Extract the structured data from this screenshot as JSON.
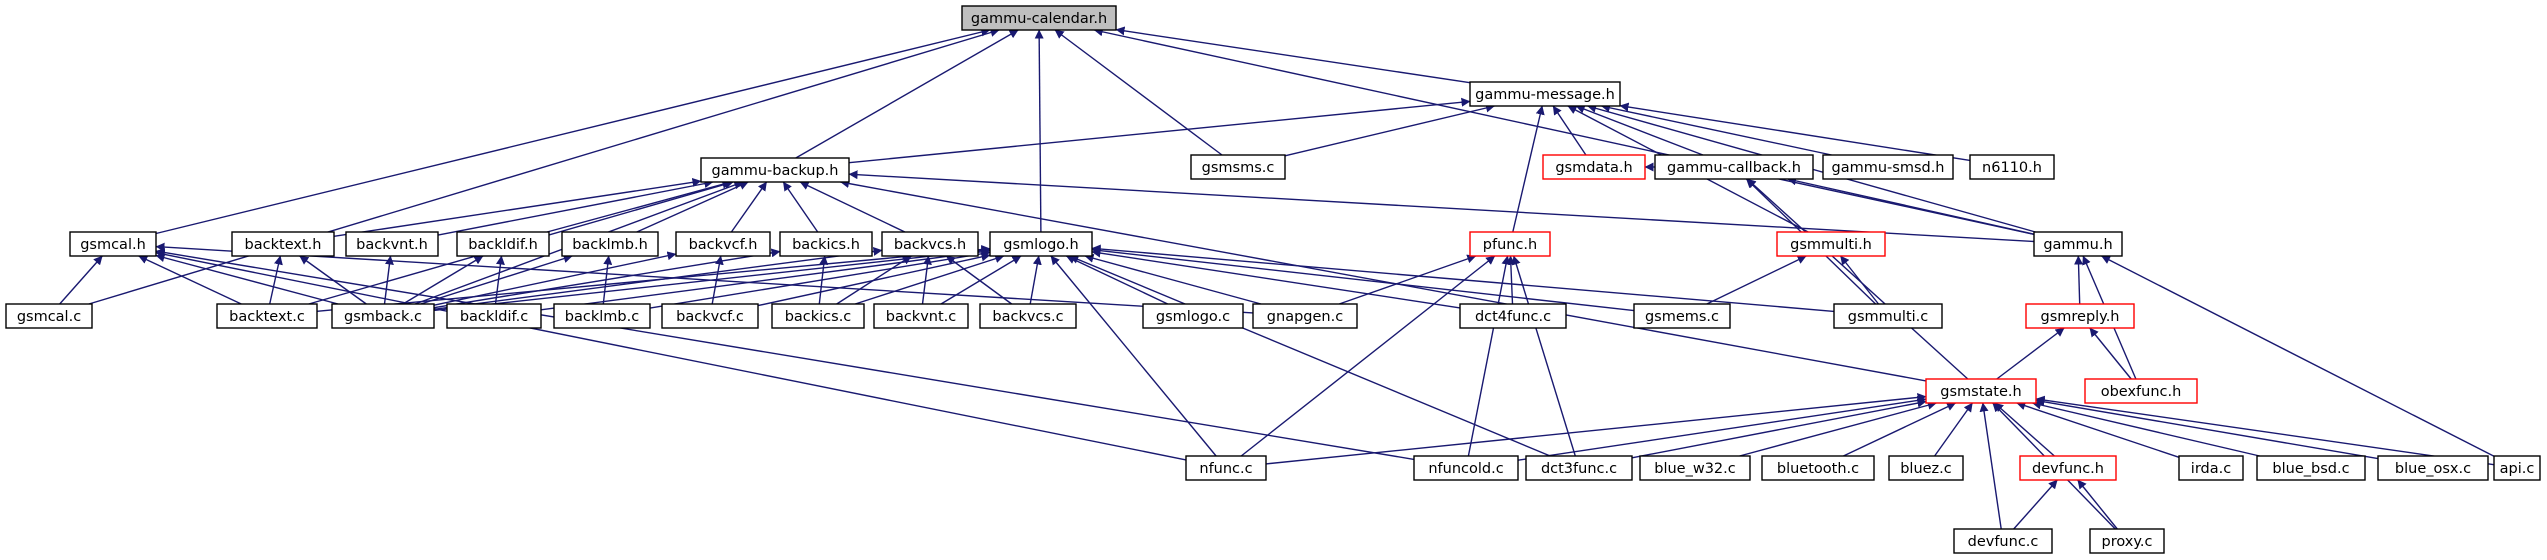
{
  "colors": {
    "edge": "#191970",
    "border_normal": "#000000",
    "border_truncated": "#ff0000",
    "root_fill": "#bfbfbf",
    "node_fill": "#ffffff"
  },
  "root": "gammu-calendar.h",
  "nodes": [
    {
      "id": "gammu-calendar.h",
      "label": "gammu-calendar.h",
      "style": "root"
    },
    {
      "id": "gammu-message.h",
      "label": "gammu-message.h",
      "style": "normal"
    },
    {
      "id": "gammu-backup.h",
      "label": "gammu-backup.h",
      "style": "normal"
    },
    {
      "id": "gsmsms.c",
      "label": "gsmsms.c",
      "style": "normal"
    },
    {
      "id": "gsmdata.h",
      "label": "gsmdata.h",
      "style": "truncated"
    },
    {
      "id": "gammu-callback.h",
      "label": "gammu-callback.h",
      "style": "normal"
    },
    {
      "id": "gammu-smsd.h",
      "label": "gammu-smsd.h",
      "style": "normal"
    },
    {
      "id": "n6110.h",
      "label": "n6110.h",
      "style": "normal"
    },
    {
      "id": "gsmcal.h",
      "label": "gsmcal.h",
      "style": "normal"
    },
    {
      "id": "backtext.h",
      "label": "backtext.h",
      "style": "normal"
    },
    {
      "id": "backvnt.h",
      "label": "backvnt.h",
      "style": "normal"
    },
    {
      "id": "backldif.h",
      "label": "backldif.h",
      "style": "normal"
    },
    {
      "id": "backlmb.h",
      "label": "backlmb.h",
      "style": "normal"
    },
    {
      "id": "backvcf.h",
      "label": "backvcf.h",
      "style": "normal"
    },
    {
      "id": "backics.h",
      "label": "backics.h",
      "style": "normal"
    },
    {
      "id": "backvcs.h",
      "label": "backvcs.h",
      "style": "normal"
    },
    {
      "id": "gsmlogo.h",
      "label": "gsmlogo.h",
      "style": "normal"
    },
    {
      "id": "pfunc.h",
      "label": "pfunc.h",
      "style": "truncated"
    },
    {
      "id": "gsmmulti.h",
      "label": "gsmmulti.h",
      "style": "truncated"
    },
    {
      "id": "gammu.h",
      "label": "gammu.h",
      "style": "normal"
    },
    {
      "id": "gsmcal.c",
      "label": "gsmcal.c",
      "style": "normal"
    },
    {
      "id": "backtext.c",
      "label": "backtext.c",
      "style": "normal"
    },
    {
      "id": "gsmback.c",
      "label": "gsmback.c",
      "style": "normal"
    },
    {
      "id": "backldif.c",
      "label": "backldif.c",
      "style": "normal"
    },
    {
      "id": "backlmb.c",
      "label": "backlmb.c",
      "style": "normal"
    },
    {
      "id": "backvcf.c",
      "label": "backvcf.c",
      "style": "normal"
    },
    {
      "id": "backics.c",
      "label": "backics.c",
      "style": "normal"
    },
    {
      "id": "backvnt.c",
      "label": "backvnt.c",
      "style": "normal"
    },
    {
      "id": "backvcs.c",
      "label": "backvcs.c",
      "style": "normal"
    },
    {
      "id": "gsmlogo.c",
      "label": "gsmlogo.c",
      "style": "normal"
    },
    {
      "id": "gnapgen.c",
      "label": "gnapgen.c",
      "style": "normal"
    },
    {
      "id": "dct4func.c",
      "label": "dct4func.c",
      "style": "normal"
    },
    {
      "id": "gsmems.c",
      "label": "gsmems.c",
      "style": "normal"
    },
    {
      "id": "gsmmulti.c",
      "label": "gsmmulti.c",
      "style": "normal"
    },
    {
      "id": "gsmreply.h",
      "label": "gsmreply.h",
      "style": "truncated"
    },
    {
      "id": "obexfunc.h",
      "label": "obexfunc.h",
      "style": "truncated"
    },
    {
      "id": "gsmstate.h",
      "label": "gsmstate.h",
      "style": "truncated"
    },
    {
      "id": "nfunc.c",
      "label": "nfunc.c",
      "style": "normal"
    },
    {
      "id": "nfuncold.c",
      "label": "nfuncold.c",
      "style": "normal"
    },
    {
      "id": "dct3func.c",
      "label": "dct3func.c",
      "style": "normal"
    },
    {
      "id": "blue_w32.c",
      "label": "blue_w32.c",
      "style": "normal"
    },
    {
      "id": "bluetooth.c",
      "label": "bluetooth.c",
      "style": "normal"
    },
    {
      "id": "bluez.c",
      "label": "bluez.c",
      "style": "normal"
    },
    {
      "id": "devfunc.h",
      "label": "devfunc.h",
      "style": "truncated"
    },
    {
      "id": "irda.c",
      "label": "irda.c",
      "style": "normal"
    },
    {
      "id": "blue_bsd.c",
      "label": "blue_bsd.c",
      "style": "normal"
    },
    {
      "id": "blue_osx.c",
      "label": "blue_osx.c",
      "style": "normal"
    },
    {
      "id": "api.c",
      "label": "api.c",
      "style": "normal"
    },
    {
      "id": "devfunc.c",
      "label": "devfunc.c",
      "style": "normal"
    },
    {
      "id": "proxy.c",
      "label": "proxy.c",
      "style": "normal"
    }
  ],
  "edges": [
    [
      "gammu-message.h",
      "gammu-calendar.h"
    ],
    [
      "gammu-backup.h",
      "gammu-calendar.h"
    ],
    [
      "gsmsms.c",
      "gammu-calendar.h"
    ],
    [
      "gsmcal.h",
      "gammu-calendar.h"
    ],
    [
      "gsmcal.c",
      "gammu-calendar.h"
    ],
    [
      "gsmlogo.h",
      "gammu-calendar.h"
    ],
    [
      "gammu.h",
      "gammu-calendar.h"
    ],
    [
      "gammu-backup.h",
      "gammu-message.h"
    ],
    [
      "gsmsms.c",
      "gammu-message.h"
    ],
    [
      "gsmdata.h",
      "gammu-message.h"
    ],
    [
      "gammu-callback.h",
      "gammu-message.h"
    ],
    [
      "gammu-smsd.h",
      "gammu-message.h"
    ],
    [
      "n6110.h",
      "gammu-message.h"
    ],
    [
      "pfunc.h",
      "gammu-message.h"
    ],
    [
      "gsmmulti.h",
      "gammu-message.h"
    ],
    [
      "gammu.h",
      "gammu-message.h"
    ],
    [
      "gammu-callback.h",
      "gsmdata.h"
    ],
    [
      "gammu.h",
      "gammu-callback.h"
    ],
    [
      "gsmstate.h",
      "gammu-callback.h"
    ],
    [
      "backtext.h",
      "gammu-backup.h"
    ],
    [
      "backvnt.h",
      "gammu-backup.h"
    ],
    [
      "backldif.h",
      "gammu-backup.h"
    ],
    [
      "backlmb.h",
      "gammu-backup.h"
    ],
    [
      "backvcf.h",
      "gammu-backup.h"
    ],
    [
      "backics.h",
      "gammu-backup.h"
    ],
    [
      "backvcs.h",
      "gammu-backup.h"
    ],
    [
      "gsmback.c",
      "gammu-backup.h"
    ],
    [
      "backtext.c",
      "gammu-backup.h"
    ],
    [
      "gammu.h",
      "gammu-backup.h"
    ],
    [
      "gsmstate.h",
      "gammu-backup.h"
    ],
    [
      "gsmcal.c",
      "gsmcal.h"
    ],
    [
      "backtext.c",
      "gsmcal.h"
    ],
    [
      "gsmback.c",
      "gsmcal.h"
    ],
    [
      "nfunc.c",
      "gsmcal.h"
    ],
    [
      "nfuncold.c",
      "gsmcal.h"
    ],
    [
      "gnapgen.c",
      "gsmcal.h"
    ],
    [
      "backtext.c",
      "backtext.h"
    ],
    [
      "gsmback.c",
      "backtext.h"
    ],
    [
      "gsmback.c",
      "backvnt.h"
    ],
    [
      "gsmback.c",
      "backldif.h"
    ],
    [
      "backldif.c",
      "backldif.h"
    ],
    [
      "gsmback.c",
      "backlmb.h"
    ],
    [
      "backlmb.c",
      "backlmb.h"
    ],
    [
      "gsmback.c",
      "backvcf.h"
    ],
    [
      "backvcf.c",
      "backvcf.h"
    ],
    [
      "gsmback.c",
      "backics.h"
    ],
    [
      "backics.c",
      "backics.h"
    ],
    [
      "gsmback.c",
      "backvcs.h"
    ],
    [
      "backvnt.c",
      "backvcs.h"
    ],
    [
      "backvcs.c",
      "backvcs.h"
    ],
    [
      "backics.c",
      "backvcs.h"
    ],
    [
      "gsmback.c",
      "gsmlogo.h"
    ],
    [
      "backtext.c",
      "gsmlogo.h"
    ],
    [
      "backldif.c",
      "gsmlogo.h"
    ],
    [
      "backlmb.c",
      "gsmlogo.h"
    ],
    [
      "backvcf.c",
      "gsmlogo.h"
    ],
    [
      "backics.c",
      "gsmlogo.h"
    ],
    [
      "backvnt.c",
      "gsmlogo.h"
    ],
    [
      "backvcs.c",
      "gsmlogo.h"
    ],
    [
      "gsmlogo.c",
      "gsmlogo.h"
    ],
    [
      "gnapgen.c",
      "gsmlogo.h"
    ],
    [
      "dct4func.c",
      "gsmlogo.h"
    ],
    [
      "gsmems.c",
      "gsmlogo.h"
    ],
    [
      "gsmmulti.c",
      "gsmlogo.h"
    ],
    [
      "nfunc.c",
      "gsmlogo.h"
    ],
    [
      "dct3func.c",
      "gsmlogo.h"
    ],
    [
      "gnapgen.c",
      "pfunc.h"
    ],
    [
      "dct4func.c",
      "pfunc.h"
    ],
    [
      "nfunc.c",
      "pfunc.h"
    ],
    [
      "nfuncold.c",
      "pfunc.h"
    ],
    [
      "dct3func.c",
      "pfunc.h"
    ],
    [
      "gsmems.c",
      "gsmmulti.h"
    ],
    [
      "gsmmulti.c",
      "gsmmulti.h"
    ],
    [
      "gsmmulti.c",
      "gammu-callback.h"
    ],
    [
      "gsmreply.h",
      "gammu.h"
    ],
    [
      "obexfunc.h",
      "gammu.h"
    ],
    [
      "api.c",
      "gammu.h"
    ],
    [
      "obexfunc.h",
      "gsmreply.h"
    ],
    [
      "gsmstate.h",
      "gsmreply.h"
    ],
    [
      "nfunc.c",
      "gsmstate.h"
    ],
    [
      "nfuncold.c",
      "gsmstate.h"
    ],
    [
      "dct3func.c",
      "gsmstate.h"
    ],
    [
      "blue_w32.c",
      "gsmstate.h"
    ],
    [
      "bluetooth.c",
      "gsmstate.h"
    ],
    [
      "bluez.c",
      "gsmstate.h"
    ],
    [
      "devfunc.h",
      "gsmstate.h"
    ],
    [
      "devfunc.c",
      "gsmstate.h"
    ],
    [
      "irda.c",
      "gsmstate.h"
    ],
    [
      "blue_bsd.c",
      "gsmstate.h"
    ],
    [
      "blue_osx.c",
      "gsmstate.h"
    ],
    [
      "api.c",
      "gsmstate.h"
    ],
    [
      "proxy.c",
      "gsmstate.h"
    ],
    [
      "devfunc.c",
      "devfunc.h"
    ],
    [
      "proxy.c",
      "devfunc.h"
    ]
  ]
}
